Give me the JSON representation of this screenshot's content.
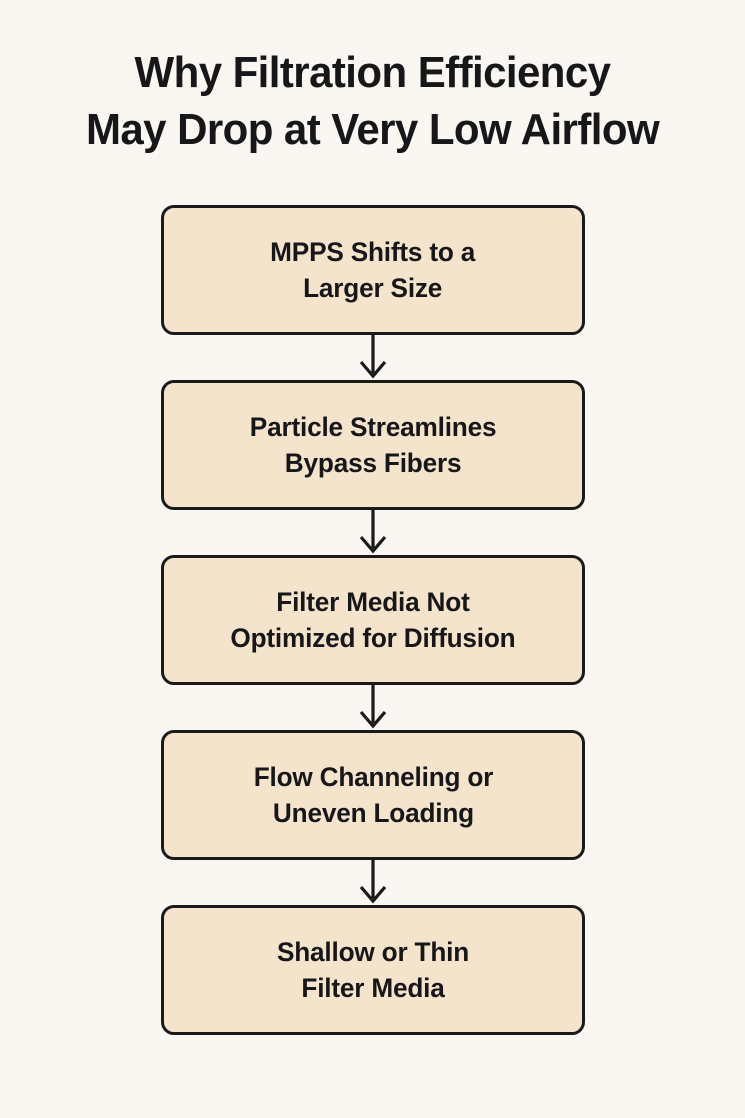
{
  "page": {
    "background_color": "#faf7f2",
    "text_color": "#17171a"
  },
  "title": {
    "line1": "Why Filtration Efficiency",
    "line2": "May Drop at Very Low Airflow",
    "full": "Why Filtration Efficiency May Drop at Very Low Airflow"
  },
  "flowchart": {
    "orientation": "vertical",
    "node_fill_color": "#f5e4cc",
    "node_border_color": "#1a1a1a",
    "connector_color": "#1a1a1a",
    "nodes": [
      {
        "id": "node-1",
        "label": "MPPS Shifts to a\nLarger Size",
        "line1": "MPPS Shifts to a",
        "line2": "Larger Size"
      },
      {
        "id": "node-2",
        "label": "Particle Streamlines\nBypass Fibers",
        "line1": "Particle Streamlines",
        "line2": "Bypass Fibers"
      },
      {
        "id": "node-3",
        "label": "Filter Media Not\nOptimized for Diffusion",
        "line1": "Filter Media Not",
        "line2": "Optimized for Diffusion"
      },
      {
        "id": "node-4",
        "label": "Flow Channeling or\nUneven Loading",
        "line1": "Flow Channeling or",
        "line2": "Uneven Loading"
      },
      {
        "id": "node-5",
        "label": "Shallow or Thin\nFilter Media",
        "line1": "Shallow or Thin",
        "line2": "Filter Media"
      }
    ],
    "connectors": [
      {
        "id": "arrow-1",
        "from": "node-1",
        "to": "node-2",
        "icon": "arrow-down-icon"
      },
      {
        "id": "arrow-2",
        "from": "node-2",
        "to": "node-3",
        "icon": "arrow-down-icon"
      },
      {
        "id": "arrow-3",
        "from": "node-3",
        "to": "node-4",
        "icon": "arrow-down-icon"
      },
      {
        "id": "arrow-4",
        "from": "node-4",
        "to": "node-5",
        "icon": "arrow-down-icon"
      }
    ]
  }
}
